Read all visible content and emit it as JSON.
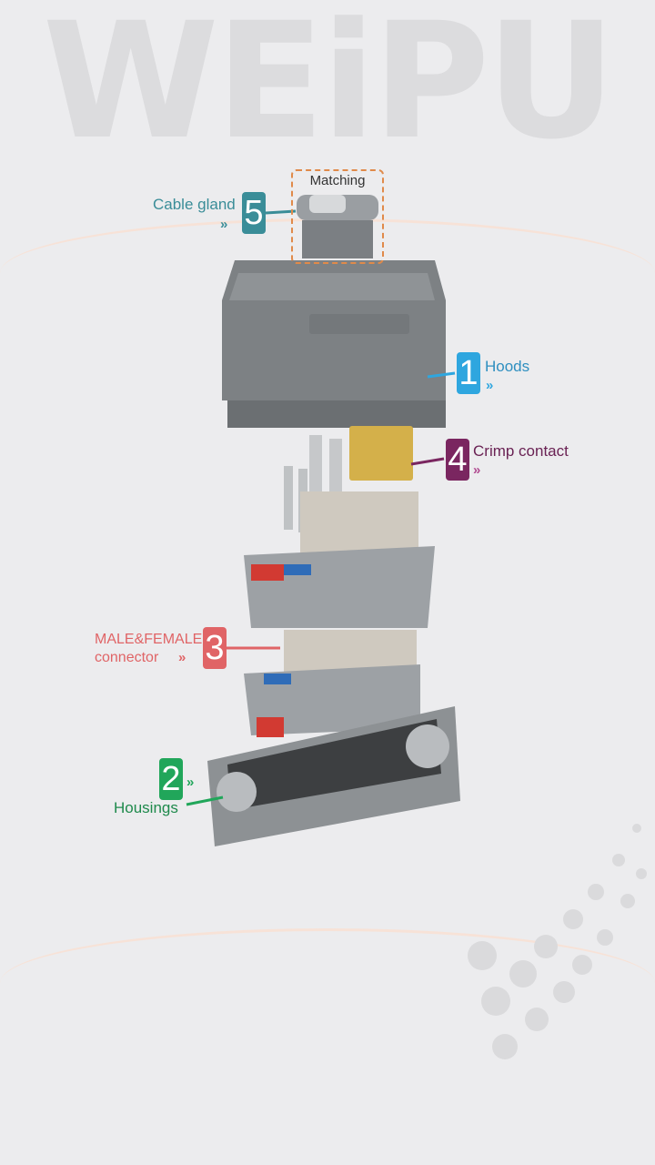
{
  "watermark": "WEiPU",
  "matching_label": "Matching",
  "colors": {
    "cable_gland": "#3a8d98",
    "hoods": "#2ea6df",
    "crimp_contact": "#7a2660",
    "connector": "#e06466",
    "housings": "#21a65a"
  },
  "callouts": [
    {
      "number": "5",
      "label": "Cable gland"
    },
    {
      "number": "1",
      "label": "Hoods"
    },
    {
      "number": "4",
      "label": "Crimp contact"
    },
    {
      "number": "3",
      "label_line1": "MALE&FEMALE",
      "label_line2": "connector"
    },
    {
      "number": "2",
      "label": "Housings"
    }
  ],
  "chevron_icon": "»"
}
